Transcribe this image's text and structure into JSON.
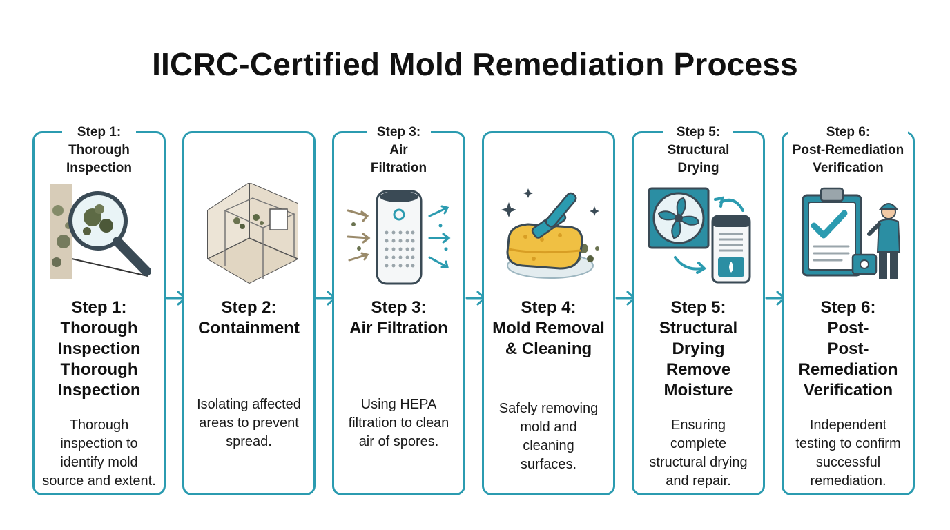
{
  "title": "IICRC-Certified Mold Remediation Process",
  "accent_color": "#2b9bb0",
  "steps": [
    {
      "header": [
        "Step 1:",
        "Thorough",
        "Inspection"
      ],
      "title": [
        "Step 1:",
        "Thorough",
        "Inspection",
        "Thorough",
        "Inspection"
      ],
      "desc": [
        "Thorough",
        "inspection to",
        "identify mold",
        "source and extent."
      ],
      "icon": "magnifying-glass-mold-icon"
    },
    {
      "header": [],
      "title": [
        "Step 2:",
        "Containment"
      ],
      "desc": [
        "Isolating affected",
        "areas to prevent",
        "spread."
      ],
      "icon": "containment-room-icon"
    },
    {
      "header": [
        "Step 3:",
        "Air",
        "Filtration"
      ],
      "title": [
        "Step 3:",
        "Air Filtration"
      ],
      "desc": [
        "Using HEPA",
        "filtration to clean",
        "air of spores."
      ],
      "icon": "air-purifier-icon"
    },
    {
      "header": [],
      "title": [
        "Step 4:",
        "Mold Removal",
        "& Cleaning"
      ],
      "desc": [
        "Safely removing",
        "mold and",
        "cleaning",
        "surfaces."
      ],
      "icon": "sponge-brush-icon"
    },
    {
      "header": [
        "Step 5:",
        "Structural",
        "Drying"
      ],
      "title": [
        "Step 5:",
        "Structural",
        "Drying",
        "Remove",
        "Moisture"
      ],
      "desc": [
        "Ensuring",
        "complete",
        "structural drying",
        "and repair."
      ],
      "icon": "fan-dehumidifier-icon"
    },
    {
      "header": [
        "Step 6:",
        "Post-Remediation",
        "Verification"
      ],
      "title": [
        "Step 6:",
        "Post-",
        "Post-",
        "Remediation",
        "Verification"
      ],
      "desc": [
        "Independent",
        "testing to confirm",
        "successful",
        "remediation."
      ],
      "icon": "clipboard-technician-icon"
    }
  ]
}
